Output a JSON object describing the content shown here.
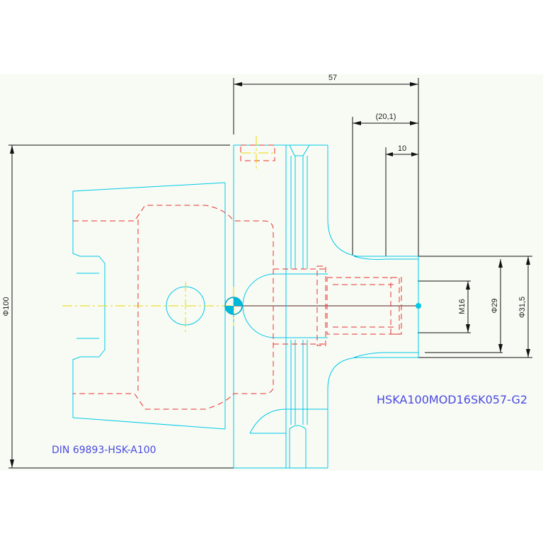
{
  "colors": {
    "part_outline": "#00c8e8",
    "hidden_edges": "#e83030",
    "centerline": "#e8d800",
    "dimension_lines": "#111111",
    "title_text": "#4a4ae0"
  },
  "dimensions": {
    "overall_length": "57",
    "gauge_length": "(20,1)",
    "shank_depth": "10",
    "thread_size": "M16",
    "bore_diameter": "Φ29",
    "collar_diameter": "Φ31,5",
    "flange_diameter": "Φ100"
  },
  "labels": {
    "standard_designation": "DIN 69893-HSK-A100",
    "part_number": "HSKA100MOD16SK057-G2"
  }
}
